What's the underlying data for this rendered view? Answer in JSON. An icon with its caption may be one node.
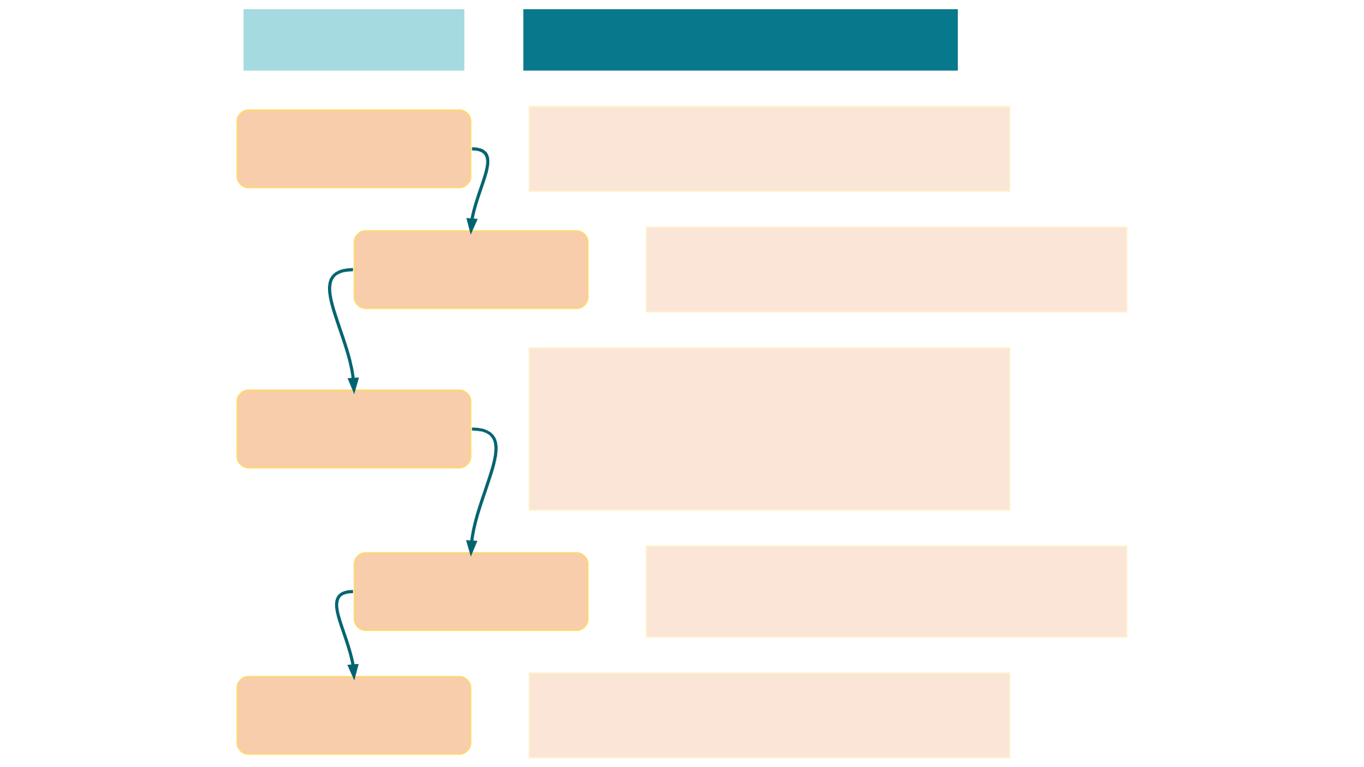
{
  "diagram": {
    "nodes": [
      {
        "text": [],
        "shape": "bar"
      },
      {
        "text": [],
        "shape": "bar"
      },
      {
        "text": [],
        "shape": "box"
      },
      {
        "text": [],
        "shape": "box"
      },
      {
        "text": [],
        "shape": "box"
      },
      {
        "text": [],
        "shape": "box"
      },
      {
        "text": [],
        "shape": "box"
      },
      {
        "text": [],
        "shape": "box"
      },
      {
        "text": [],
        "shape": "box"
      },
      {
        "text": [],
        "shape": "box"
      },
      {
        "text": [],
        "shape": "box"
      },
      {
        "text": [],
        "shape": "box"
      }
    ],
    "edges": [
      {
        "from": 2,
        "to": 3,
        "arrow": "to"
      },
      {
        "from": 3,
        "to": 4,
        "arrow": "to"
      },
      {
        "from": 4,
        "to": 5,
        "arrow": "to"
      },
      {
        "from": 5,
        "to": 6,
        "arrow": "to"
      }
    ]
  }
}
